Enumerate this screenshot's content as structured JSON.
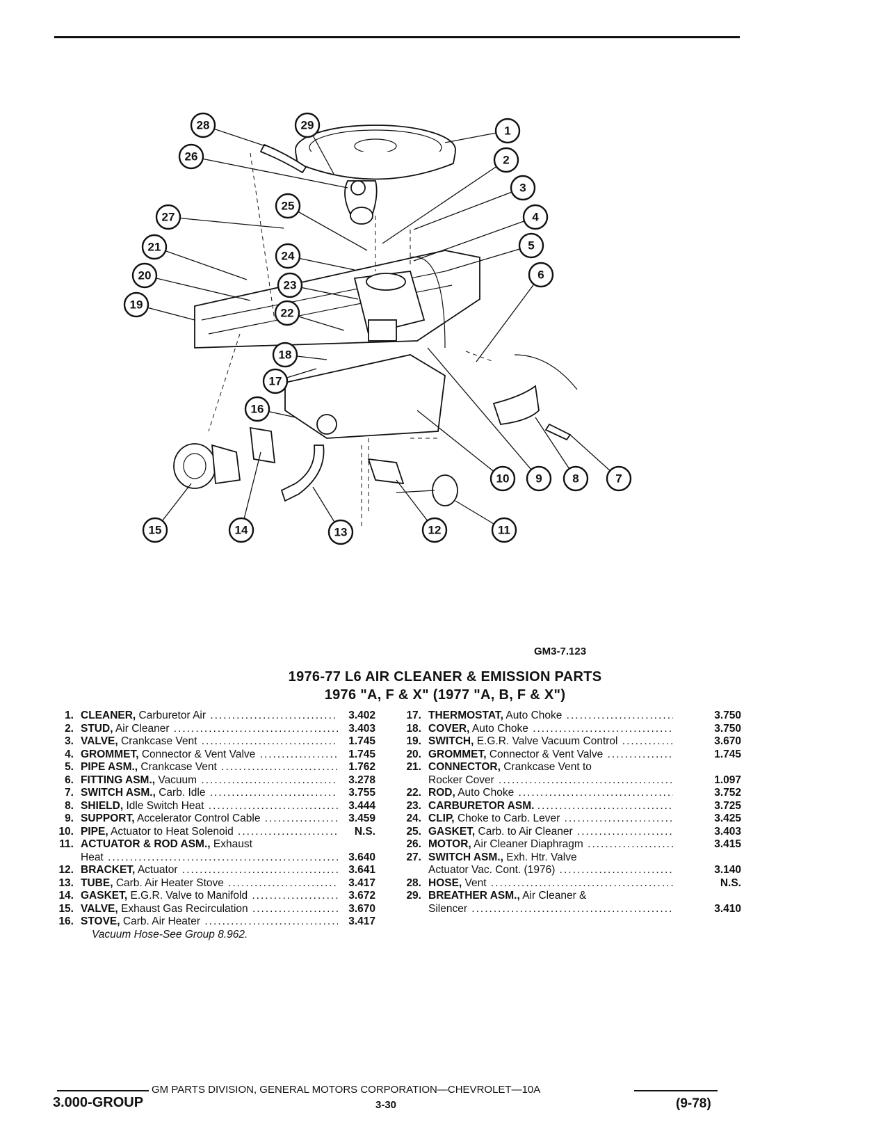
{
  "figure": {
    "code": "GM3-7.123",
    "callouts": [
      "1",
      "2",
      "3",
      "4",
      "5",
      "6",
      "7",
      "8",
      "9",
      "10",
      "11",
      "12",
      "13",
      "14",
      "15",
      "16",
      "17",
      "18",
      "19",
      "20",
      "21",
      "22",
      "23",
      "24",
      "25",
      "26",
      "27",
      "28",
      "29"
    ]
  },
  "title": {
    "line1": "1976-77 L6 AIR CLEANER & EMISSION PARTS",
    "line2": "1976 \"A, F & X\" (1977 \"A, B, F & X\")"
  },
  "parts_left": [
    {
      "num": "1.",
      "name": "CLEANER,",
      "desc": "Carburetor Air",
      "code": "3.402"
    },
    {
      "num": "2.",
      "name": "STUD,",
      "desc": "Air Cleaner",
      "code": "3.403"
    },
    {
      "num": "3.",
      "name": "VALVE,",
      "desc": "Crankcase Vent",
      "code": "1.745"
    },
    {
      "num": "4.",
      "name": "GROMMET,",
      "desc": "Connector & Vent Valve",
      "code": "1.745"
    },
    {
      "num": "5.",
      "name": "PIPE ASM.,",
      "desc": "Crankcase Vent",
      "code": "1.762"
    },
    {
      "num": "6.",
      "name": "FITTING ASM.,",
      "desc": "Vacuum",
      "code": "3.278"
    },
    {
      "num": "7.",
      "name": "SWITCH ASM.,",
      "desc": "Carb. Idle",
      "code": "3.755"
    },
    {
      "num": "8.",
      "name": "SHIELD,",
      "desc": "Idle Switch Heat",
      "code": "3.444"
    },
    {
      "num": "9.",
      "name": "SUPPORT,",
      "desc": "Accelerator Control Cable",
      "code": "3.459"
    },
    {
      "num": "10.",
      "name": "PIPE,",
      "desc": "Actuator to Heat Solenoid",
      "code": "N.S."
    },
    {
      "num": "11.",
      "name": "ACTUATOR & ROD ASM.,",
      "desc": "Exhaust",
      "code": ""
    },
    {
      "num": "",
      "name": "",
      "desc": "Heat",
      "code": "3.640"
    },
    {
      "num": "12.",
      "name": "BRACKET,",
      "desc": "Actuator",
      "code": "3.641"
    },
    {
      "num": "13.",
      "name": "TUBE,",
      "desc": "Carb. Air Heater Stove",
      "code": "3.417"
    },
    {
      "num": "14.",
      "name": "GASKET,",
      "desc": "E.G.R. Valve to Manifold",
      "code": "3.672"
    },
    {
      "num": "15.",
      "name": "VALVE,",
      "desc": "Exhaust Gas Recirculation",
      "code": "3.670"
    },
    {
      "num": "16.",
      "name": "STOVE,",
      "desc": "Carb. Air Heater",
      "code": "3.417"
    }
  ],
  "note": "Vacuum Hose-See Group 8.962.",
  "parts_right": [
    {
      "num": "17.",
      "name": "THERMOSTAT,",
      "desc": "Auto Choke",
      "code": "3.750"
    },
    {
      "num": "18.",
      "name": "COVER,",
      "desc": "Auto Choke",
      "code": "3.750"
    },
    {
      "num": "19.",
      "name": "SWITCH,",
      "desc": "E.G.R. Valve Vacuum Control",
      "code": "3.670"
    },
    {
      "num": "20.",
      "name": "GROMMET,",
      "desc": "Connector & Vent Valve",
      "code": "1.745"
    },
    {
      "num": "21.",
      "name": "CONNECTOR,",
      "desc": "Crankcase Vent to",
      "code": ""
    },
    {
      "num": "",
      "name": "",
      "desc": "Rocker Cover",
      "code": "1.097"
    },
    {
      "num": "22.",
      "name": "ROD,",
      "desc": "Auto Choke",
      "code": "3.752"
    },
    {
      "num": "23.",
      "name": "CARBURETOR ASM.",
      "desc": "",
      "code": "3.725"
    },
    {
      "num": "24.",
      "name": "CLIP,",
      "desc": "Choke to Carb. Lever",
      "code": "3.425"
    },
    {
      "num": "25.",
      "name": "GASKET,",
      "desc": "Carb. to Air Cleaner",
      "code": "3.403"
    },
    {
      "num": "26.",
      "name": "MOTOR,",
      "desc": "Air Cleaner Diaphragm",
      "code": "3.415"
    },
    {
      "num": "27.",
      "name": "SWITCH ASM.,",
      "desc": "Exh. Htr. Valve",
      "code": ""
    },
    {
      "num": "",
      "name": "",
      "desc": "Actuator Vac. Cont. (1976)",
      "code": "3.140"
    },
    {
      "num": "28.",
      "name": "HOSE,",
      "desc": "Vent",
      "code": "N.S."
    },
    {
      "num": "29.",
      "name": "BREATHER ASM.,",
      "desc": "Air Cleaner &",
      "code": ""
    },
    {
      "num": "",
      "name": "",
      "desc": "Silencer",
      "code": "3.410"
    }
  ],
  "footer": {
    "publisher": "GM PARTS DIVISION, GENERAL MOTORS CORPORATION—CHEVROLET—10A",
    "group": "3.000-GROUP",
    "page": "3-30",
    "date": "(9-78)"
  }
}
